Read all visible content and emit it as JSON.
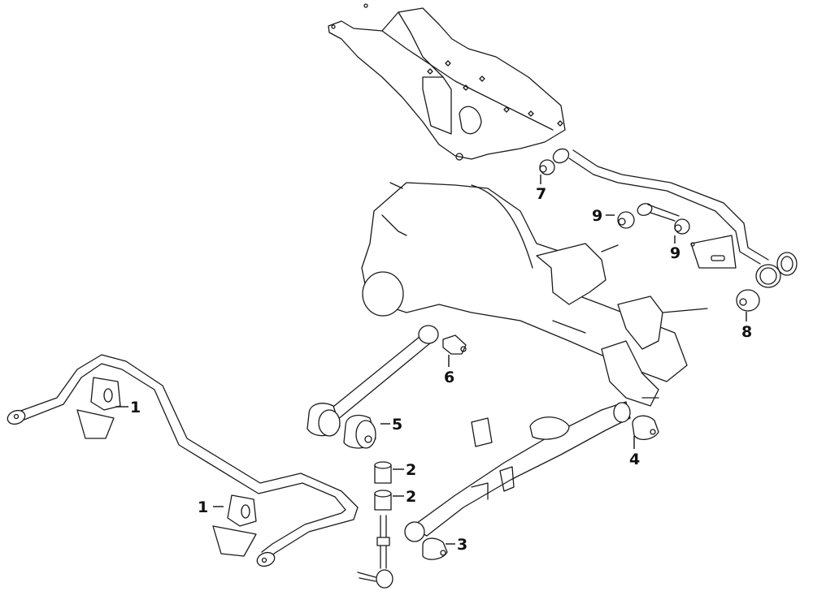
{
  "diagram": {
    "title": "Rear suspension exploded parts diagram",
    "line_color": "#1a1a1a",
    "background": "#ffffff"
  },
  "components": [
    {
      "name": "rear-subframe-crossmember"
    },
    {
      "name": "upper-trailing-arm"
    },
    {
      "name": "lateral-link"
    },
    {
      "name": "rear-axle-housing"
    },
    {
      "name": "lower-control-arm"
    },
    {
      "name": "lower-trailing-arm"
    },
    {
      "name": "stabilizer-bar"
    },
    {
      "name": "stabilizer-link"
    }
  ],
  "callouts": [
    {
      "id": "c1a",
      "label": "1"
    },
    {
      "id": "c1b",
      "label": "1"
    },
    {
      "id": "c2a",
      "label": "2"
    },
    {
      "id": "c2b",
      "label": "2"
    },
    {
      "id": "c3",
      "label": "3"
    },
    {
      "id": "c4",
      "label": "4"
    },
    {
      "id": "c5",
      "label": "5"
    },
    {
      "id": "c6",
      "label": "6"
    },
    {
      "id": "c7",
      "label": "7"
    },
    {
      "id": "c8",
      "label": "8"
    },
    {
      "id": "c9a",
      "label": "9"
    },
    {
      "id": "c9b",
      "label": "9"
    }
  ]
}
